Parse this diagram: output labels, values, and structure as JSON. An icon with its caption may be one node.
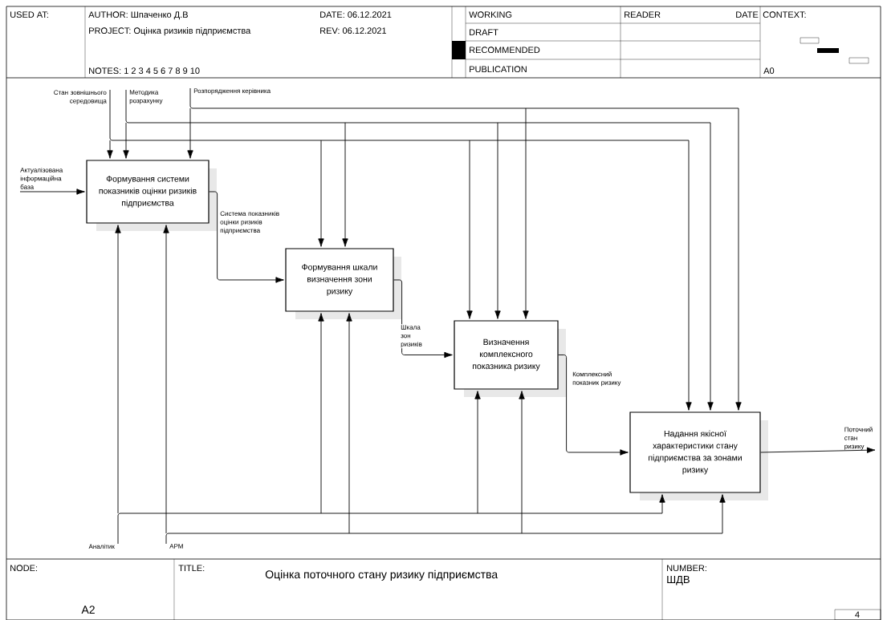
{
  "diagram": {
    "title": "Оцінка поточного стану  ризику підприємства",
    "nodes": [
      {
        "text": [
          "Формування системи показників оцінки ризиків підприємства"
        ]
      },
      {
        "text": [
          "Формування шкали визначення зони ризику"
        ]
      },
      {
        "text": [
          "Визначення комплексного показника ризику"
        ]
      },
      {
        "text": [
          "Надання якісної характеристики стану підприємства за зонами ризику"
        ]
      },
      {
        "text": [
          "Стан зовнішнього середовища"
        ]
      },
      {
        "text": [
          "Методика розрахунку"
        ]
      },
      {
        "text": [
          "Розпорядження керівника"
        ]
      },
      {
        "text": [
          "Актуалізована інформаційна база"
        ]
      },
      {
        "text": [
          "Поточний стан ризику"
        ]
      },
      {
        "text": [
          "Аналітик"
        ]
      },
      {
        "text": [
          "АРМ"
        ]
      }
    ],
    "edges": [
      {
        "from": 7,
        "to": 0,
        "arrow": "to"
      },
      {
        "from": 4,
        "to": 0,
        "arrow": "to"
      },
      {
        "from": 5,
        "to": 0,
        "arrow": "to"
      },
      {
        "from": 6,
        "to": 0,
        "arrow": "to"
      },
      {
        "from": 4,
        "to": 1,
        "arrow": "to"
      },
      {
        "from": 5,
        "to": 1,
        "arrow": "to"
      },
      {
        "from": 4,
        "to": 2,
        "arrow": "to"
      },
      {
        "from": 5,
        "to": 2,
        "arrow": "to"
      },
      {
        "from": 6,
        "to": 2,
        "arrow": "to"
      },
      {
        "from": 4,
        "to": 3,
        "arrow": "to"
      },
      {
        "from": 5,
        "to": 3,
        "arrow": "to"
      },
      {
        "from": 6,
        "to": 3,
        "arrow": "to"
      },
      {
        "from": 9,
        "to": 0,
        "arrow": "to"
      },
      {
        "from": 10,
        "to": 0,
        "arrow": "to"
      },
      {
        "from": 9,
        "to": 1,
        "arrow": "to"
      },
      {
        "from": 10,
        "to": 1,
        "arrow": "to"
      },
      {
        "from": 9,
        "to": 2,
        "arrow": "to"
      },
      {
        "from": 10,
        "to": 2,
        "arrow": "to"
      },
      {
        "from": 9,
        "to": 3,
        "arrow": "to"
      },
      {
        "from": 10,
        "to": 3,
        "arrow": "to"
      },
      {
        "from": 0,
        "to": 1,
        "arrow": "to",
        "label": "Система показників оцінки ризиків підприємства"
      },
      {
        "from": 1,
        "to": 2,
        "arrow": "to",
        "label": "Шкала зон ризиків"
      },
      {
        "from": 2,
        "to": 3,
        "arrow": "to",
        "label": "Комплексний показник ризику"
      },
      {
        "from": 3,
        "to": 8,
        "arrow": "to"
      }
    ],
    "labels": [
      "USED AT:",
      "AUTHOR: Шпаченко Д.В",
      "DATE: 06.12.2021",
      "PROJECT: Оцінка ризиків підприємства",
      "REV: 06.12.2021",
      "NOTES: 1 2 3 4 5 6 7 8 9 10",
      "WORKING",
      "READER",
      "DATE",
      "CONTEXT:",
      "DRAFT",
      "RECOMMENDED",
      "PUBLICATION",
      "A0",
      "NODE:",
      "TITLE:",
      "NUMBER:",
      "ШДВ",
      "A2",
      "4"
    ]
  }
}
